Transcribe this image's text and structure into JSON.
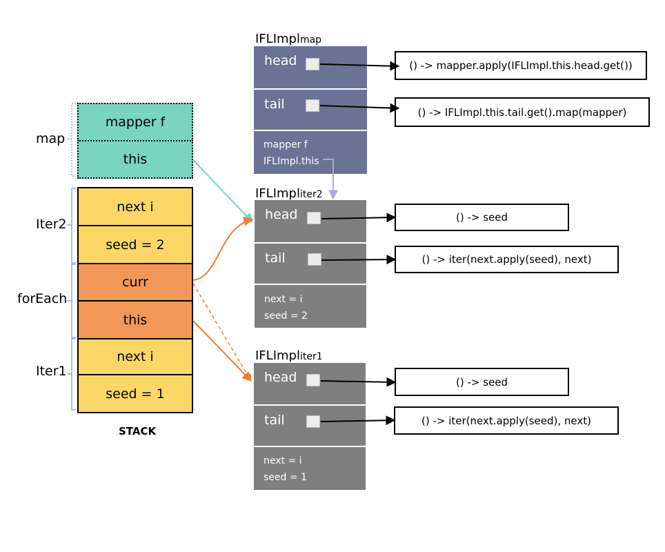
{
  "stack": {
    "caption": "STACK",
    "frames": {
      "map": "map",
      "iter2": "Iter2",
      "forEach": "forEach",
      "iter1": "Iter1"
    },
    "cells": {
      "mapper_f": "mapper f",
      "map_this": "this",
      "iter2_next": "next i",
      "iter2_seed": "seed = 2",
      "foreach_curr": "curr",
      "foreach_this": "this",
      "iter1_next": "next i",
      "iter1_seed": "seed = 1"
    }
  },
  "objects": {
    "map": {
      "title": "IFLImpl",
      "subscript": "map",
      "head": "head",
      "tail": "tail",
      "vars": [
        "mapper f",
        "IFLImpl.this"
      ],
      "head_thunk": "() -> mapper.apply(IFLImpl.this.head.get())",
      "tail_thunk": "() -> IFLImpl.this.tail.get().map(mapper)"
    },
    "iter2": {
      "title": "IFLImpl",
      "subscript": "iter2",
      "head": "head",
      "tail": "tail",
      "vars": [
        "next = i",
        "seed = 2"
      ],
      "head_thunk": "() -> seed",
      "tail_thunk": "() -> iter(next.apply(seed), next)"
    },
    "iter1": {
      "title": "IFLImpl",
      "subscript": "iter1",
      "head": "head",
      "tail": "tail",
      "vars": [
        "next = i",
        "seed = 1"
      ],
      "head_thunk": "() -> seed",
      "tail_thunk": "() -> iter(next.apply(seed), next)"
    }
  },
  "colors": {
    "teal": "#79d5bf",
    "yellow": "#fdd766",
    "orange": "#f19758",
    "arrow_orange": "#ed7d31",
    "arrow_teal": "#6fd3c0",
    "arrow_lavender": "#b4a7d6",
    "map_object": "#6a7395",
    "iter_object": "#7f7f7f"
  }
}
